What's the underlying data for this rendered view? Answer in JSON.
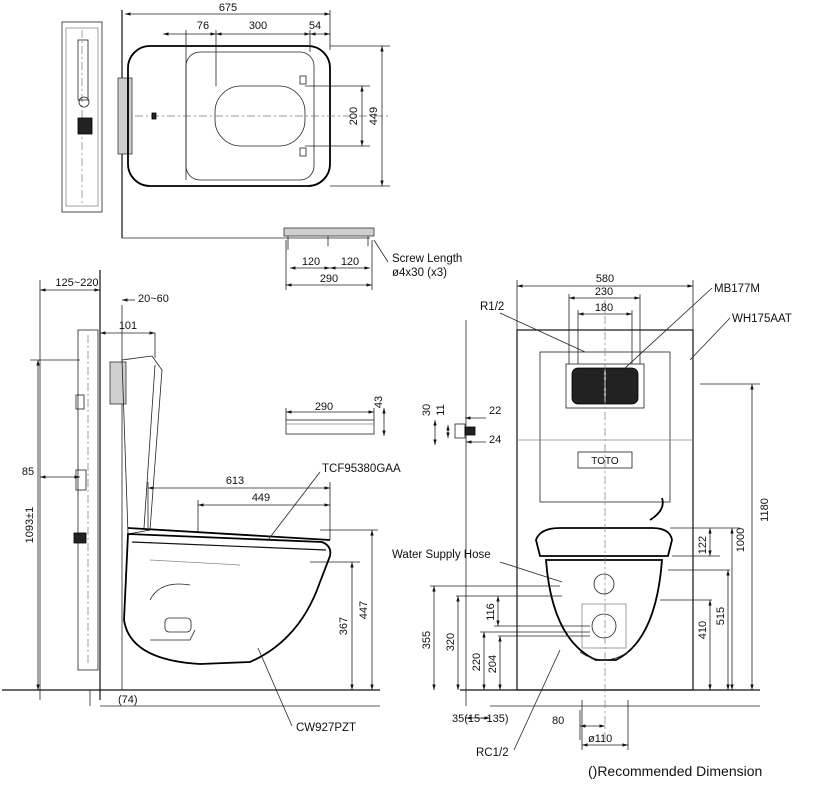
{
  "top_view": {
    "dims": {
      "overall_depth": "675",
      "seat_offset": "76",
      "seat_span": "300",
      "front_offset": "54",
      "inner_height": "200",
      "overall_width": "449"
    }
  },
  "screw": {
    "dims": {
      "left": "120",
      "right": "120",
      "total": "290"
    },
    "label_line1": "Screw Length",
    "label_line2": "ø4x30 (x3)"
  },
  "side_view": {
    "dims": {
      "frame_range": "125~220",
      "gap_range": "20~60",
      "depth_101": "101",
      "offset_85": "85",
      "height_1093": "1093±1",
      "len_613": "613",
      "len_449": "449",
      "h_447": "447",
      "h_367": "367",
      "bottom_74": "(74)"
    },
    "seat_model": "TCF95380GAA",
    "toilet_model": "CW927PZT"
  },
  "plate": {
    "dims": {
      "width": "290",
      "height": "43"
    }
  },
  "fitting": {
    "dims": {
      "d30": "30",
      "d11": "11",
      "d22": "22",
      "d24": "24"
    }
  },
  "front_view": {
    "dims": {
      "w580": "580",
      "w230": "230",
      "w180": "180",
      "h1180": "1180",
      "h1000": "1000",
      "h122": "122",
      "h515": "515",
      "h410": "410",
      "h355": "355",
      "h320": "320",
      "h116": "116",
      "h220": "220",
      "h204": "204",
      "w35": "35(15~135)",
      "w80": "80",
      "d110": "ø110"
    },
    "labels": {
      "r12": "R1/2",
      "rc12": "RC1/2",
      "mb": "MB177M",
      "wh": "WH175AAT",
      "hose": "Water Supply Hose"
    }
  },
  "caption": "()Recommended Dimension"
}
